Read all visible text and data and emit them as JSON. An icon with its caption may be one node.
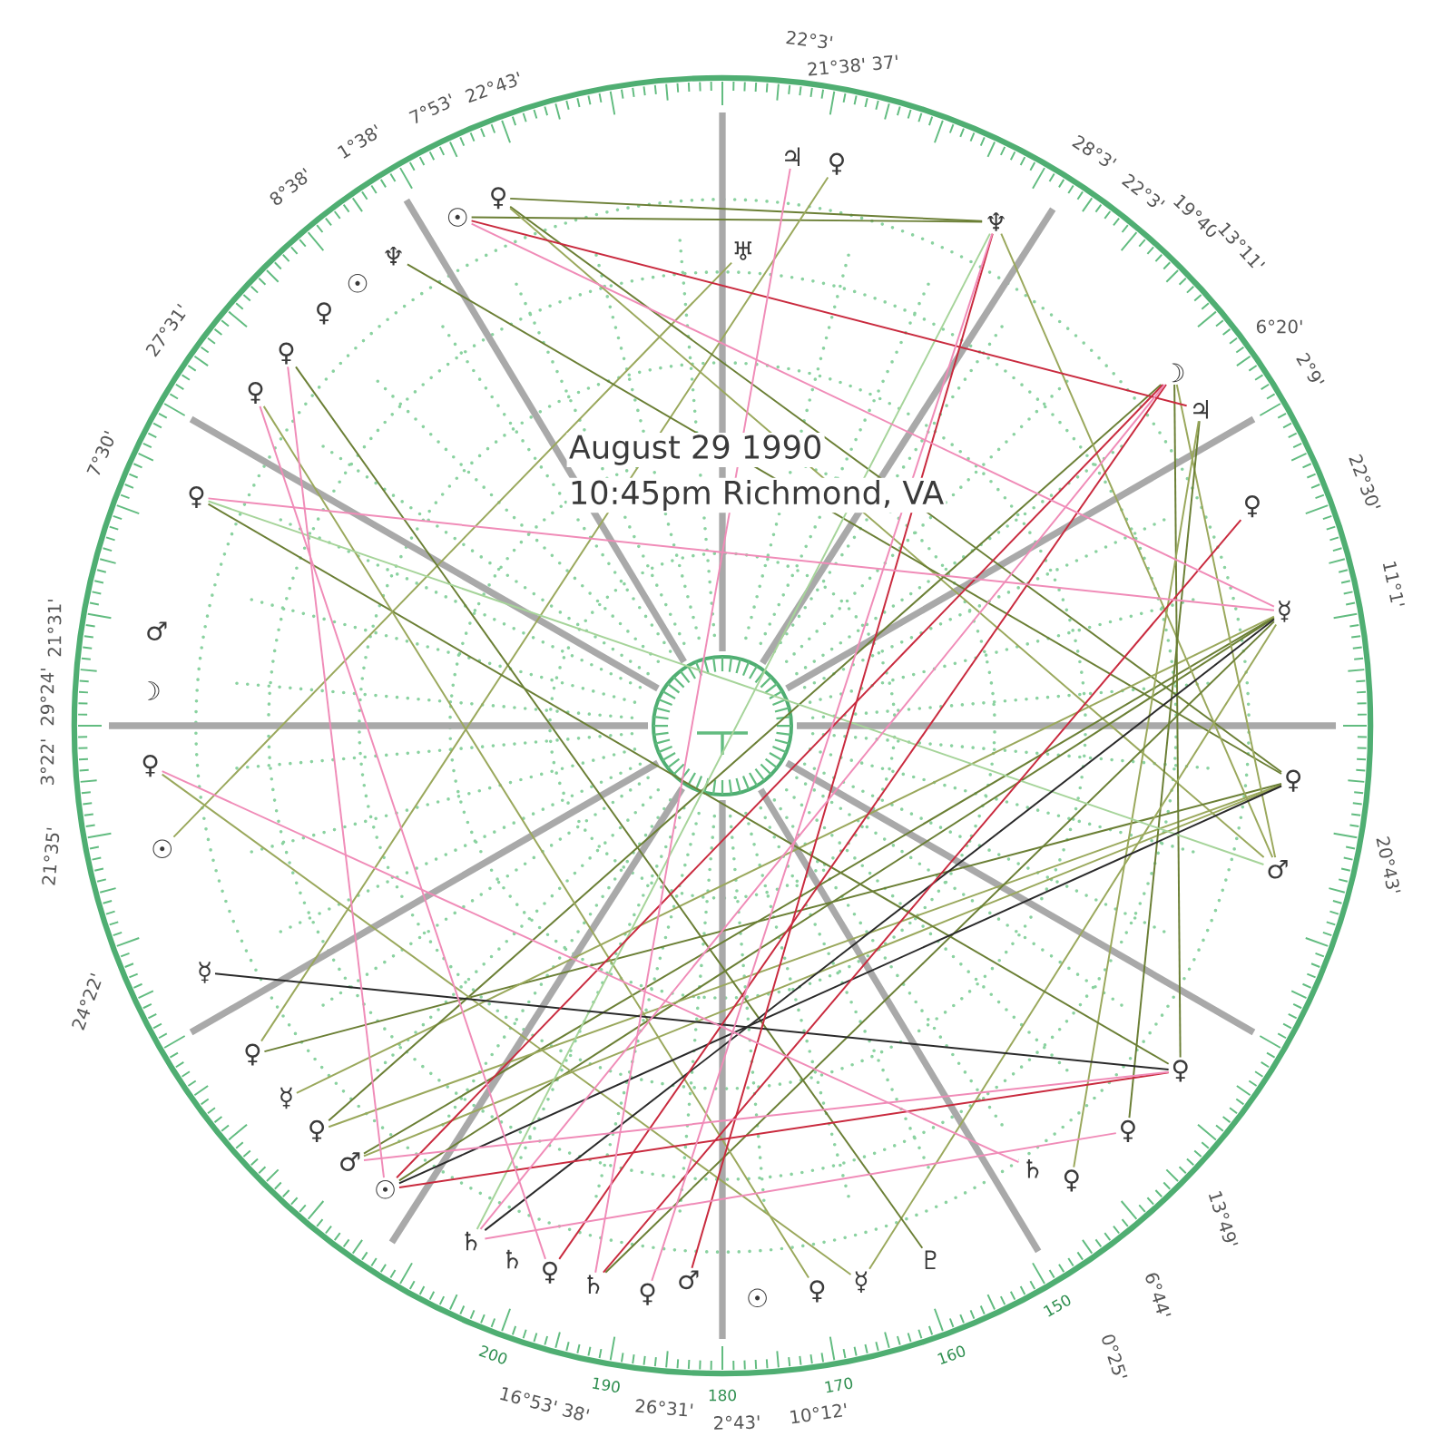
{
  "diagram": {
    "nodes": [
      {
        "text": [
          "♃"
        ]
      },
      {
        "text": [
          "♀"
        ]
      },
      {
        "text": [
          "♀"
        ]
      },
      {
        "text": [
          "♅"
        ]
      },
      {
        "text": [
          "☉"
        ]
      },
      {
        "text": [
          "♆"
        ]
      },
      {
        "text": [
          "♆"
        ]
      },
      {
        "text": [
          "☉"
        ]
      },
      {
        "text": [
          "♀"
        ]
      },
      {
        "text": [
          "♀"
        ]
      },
      {
        "text": [
          "☽"
        ]
      },
      {
        "text": [
          "♀"
        ]
      },
      {
        "text": [
          "♃"
        ]
      },
      {
        "text": [
          "♀"
        ]
      },
      {
        "text": [
          "♀"
        ]
      },
      {
        "text": [
          "☿"
        ]
      },
      {
        "text": [
          "♂"
        ]
      },
      {
        "text": [
          "☽"
        ]
      },
      {
        "text": [
          "♀"
        ]
      },
      {
        "text": [
          "♀"
        ]
      },
      {
        "text": [
          "☉"
        ]
      },
      {
        "text": [
          "♂"
        ]
      },
      {
        "text": [
          "☿"
        ]
      },
      {
        "text": [
          "♀"
        ]
      },
      {
        "text": [
          "♀"
        ]
      },
      {
        "text": [
          "☿"
        ]
      },
      {
        "text": [
          "♀"
        ]
      },
      {
        "text": [
          "♀"
        ]
      },
      {
        "text": [
          "♄"
        ]
      },
      {
        "text": [
          "♂"
        ]
      },
      {
        "text": [
          "♀"
        ]
      },
      {
        "text": [
          "☉"
        ]
      },
      {
        "text": [
          "♄"
        ]
      },
      {
        "text": [
          "♇"
        ]
      },
      {
        "text": [
          "♄"
        ]
      },
      {
        "text": [
          "♂"
        ]
      },
      {
        "text": [
          "♀"
        ]
      },
      {
        "text": [
          "☿"
        ]
      },
      {
        "text": [
          "♄"
        ]
      },
      {
        "text": [
          "♀"
        ]
      },
      {
        "text": [
          "♀"
        ]
      },
      {
        "text": [
          "☉"
        ]
      }
    ],
    "edges": [
      {
        "from": 2,
        "to": 5,
        "arrow": "none"
      },
      {
        "from": 4,
        "to": 5,
        "arrow": "none"
      },
      {
        "from": 1,
        "to": 23,
        "arrow": "none",
        "color": "#9aa85c"
      },
      {
        "from": 3,
        "to": 20,
        "arrow": "none",
        "color": "#9aa85c"
      },
      {
        "from": 2,
        "to": 19,
        "arrow": "none"
      },
      {
        "from": 2,
        "to": 21,
        "arrow": "none",
        "color": "#9aa85c"
      },
      {
        "from": 6,
        "to": 19,
        "arrow": "none"
      },
      {
        "from": 31,
        "to": 15,
        "arrow": "none"
      },
      {
        "from": 29,
        "to": 19,
        "arrow": "none",
        "color": "#9aa85c"
      },
      {
        "from": 29,
        "to": 15,
        "arrow": "none"
      },
      {
        "from": 26,
        "to": 19,
        "arrow": "none",
        "color": "#9aa85c"
      },
      {
        "from": 23,
        "to": 19,
        "arrow": "none"
      },
      {
        "from": 25,
        "to": 15,
        "arrow": "none",
        "color": "#9aa85c"
      },
      {
        "from": 10,
        "to": 26,
        "arrow": "none"
      },
      {
        "from": 5,
        "to": 21,
        "arrow": "none",
        "color": "#9aa85c"
      },
      {
        "from": 10,
        "to": 24,
        "arrow": "none"
      },
      {
        "from": 10,
        "to": 21,
        "arrow": "none",
        "color": "#9aa85c"
      },
      {
        "from": 12,
        "to": 27,
        "arrow": "none"
      },
      {
        "from": 12,
        "to": 30,
        "arrow": "none",
        "color": "#9aa85c"
      },
      {
        "from": 38,
        "to": 15,
        "arrow": "none"
      },
      {
        "from": 37,
        "to": 15,
        "arrow": "none",
        "color": "#9aa85c"
      },
      {
        "from": 33,
        "to": 9,
        "arrow": "none"
      },
      {
        "from": 18,
        "to": 37,
        "arrow": "none",
        "color": "#9aa85c"
      },
      {
        "from": 13,
        "to": 24,
        "arrow": "none"
      },
      {
        "from": 11,
        "to": 39,
        "arrow": "none",
        "color": "#9aa85c"
      },
      {
        "from": 5,
        "to": 32,
        "arrow": "none",
        "color": "#a6d49a"
      },
      {
        "from": 13,
        "to": 21,
        "arrow": "none",
        "color": "#a6d49a"
      },
      {
        "from": 22,
        "to": 24,
        "arrow": "none",
        "color": "#2a2a2a"
      },
      {
        "from": 32,
        "to": 15,
        "arrow": "none",
        "color": "#2a2a2a"
      },
      {
        "from": 31,
        "to": 19,
        "arrow": "none",
        "color": "#2a2a2a"
      },
      {
        "from": 10,
        "to": 31,
        "arrow": "none",
        "color": "#c92a3e"
      },
      {
        "from": 10,
        "to": 36,
        "arrow": "none",
        "color": "#c92a3e"
      },
      {
        "from": 31,
        "to": 24,
        "arrow": "none",
        "color": "#c92a3e"
      },
      {
        "from": 14,
        "to": 38,
        "arrow": "none",
        "color": "#c92a3e"
      },
      {
        "from": 5,
        "to": 35,
        "arrow": "none",
        "color": "#c92a3e"
      },
      {
        "from": 4,
        "to": 12,
        "arrow": "none",
        "color": "#c92a3e"
      },
      {
        "from": 9,
        "to": 31,
        "arrow": "none",
        "color": "#f08cb8"
      },
      {
        "from": 18,
        "to": 28,
        "arrow": "none",
        "color": "#f08cb8"
      },
      {
        "from": 4,
        "to": 15,
        "arrow": "none",
        "color": "#f08cb8"
      },
      {
        "from": 29,
        "to": 24,
        "arrow": "none",
        "color": "#f08cb8"
      },
      {
        "from": 13,
        "to": 15,
        "arrow": "none",
        "color": "#f08cb8"
      },
      {
        "from": 32,
        "to": 10,
        "arrow": "none",
        "color": "#f08cb8"
      },
      {
        "from": 40,
        "to": 5,
        "arrow": "none",
        "color": "#f08cb8"
      },
      {
        "from": 36,
        "to": 11,
        "arrow": "none",
        "color": "#f08cb8"
      },
      {
        "from": 32,
        "to": 27,
        "arrow": "none",
        "color": "#f08cb8"
      },
      {
        "from": 0,
        "to": 38,
        "arrow": "none",
        "color": "#f08cb8"
      }
    ],
    "labels": [
      "22°3'",
      "21°38' 37'",
      "22°43'",
      "7°53'",
      "1°38'",
      "28°3'",
      "8°38'",
      "22°3'",
      "19°40'",
      "13°11'",
      "6°20'",
      "27°31'",
      "2°9'",
      "August 29 1990",
      "7°30'",
      "22°30'",
      "10:45pm Richmond, VA",
      "11°1'",
      "21°31'",
      "29°24'",
      "3°22'",
      "21°35'",
      "20°43'",
      "24°22'",
      "13°49'",
      "6°44'",
      "150",
      "0°25'",
      "160",
      "200",
      "170",
      "190",
      "180",
      "16°53' 38'",
      "26°31'",
      "10°12'",
      "2°43'"
    ]
  }
}
